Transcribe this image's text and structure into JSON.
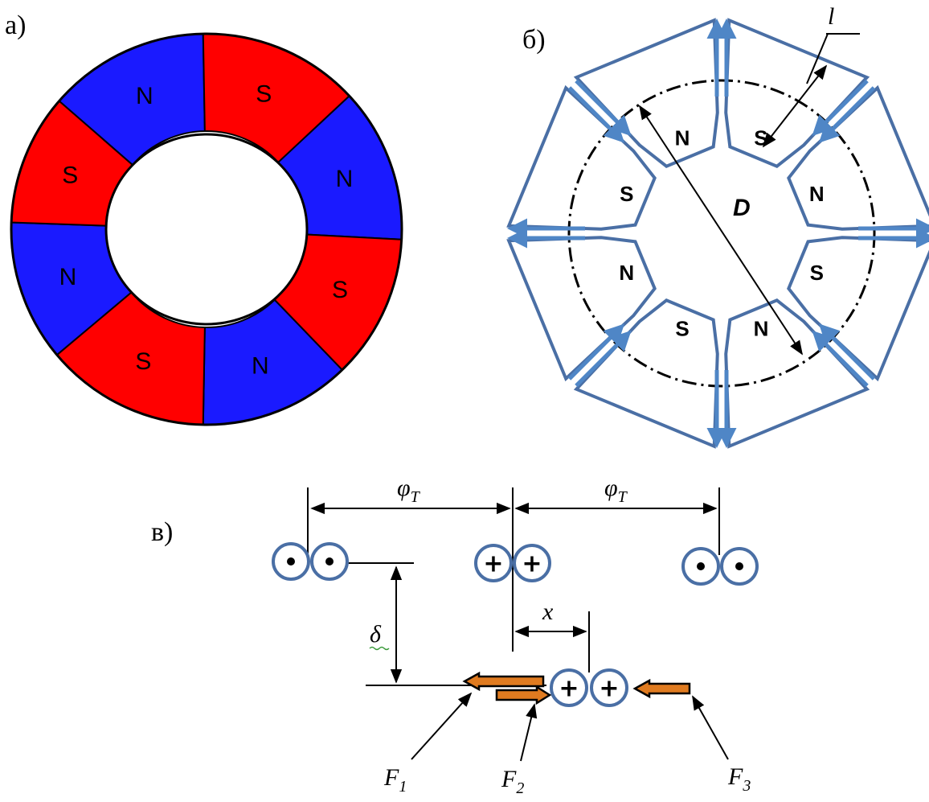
{
  "panels": {
    "a": {
      "label": "а)"
    },
    "b": {
      "label": "б)"
    },
    "c": {
      "label": "в)"
    }
  },
  "ring_a": {
    "poles": [
      "N",
      "S",
      "N",
      "S",
      "N",
      "S",
      "N",
      "S"
    ],
    "colors": {
      "N": "#1a1aff",
      "S": "#ff0000",
      "outline": "#000000"
    }
  },
  "stator_b": {
    "poles": [
      "S",
      "N",
      "S",
      "N",
      "S",
      "N",
      "S",
      "N"
    ],
    "dimension_l": "l",
    "dimension_D": "D",
    "color": "#4a6fa5",
    "arrow_color": "#4f86c6"
  },
  "coils_c": {
    "phi": "φ",
    "phi_sub": "T",
    "delta": "δ",
    "x": "x",
    "forces": [
      {
        "base": "F",
        "sub": "1"
      },
      {
        "base": "F",
        "sub": "2"
      },
      {
        "base": "F",
        "sub": "3"
      }
    ],
    "plus": "+",
    "dot": "•",
    "colors": {
      "coil": "#4a6fa5",
      "force": "#e07b20"
    }
  }
}
